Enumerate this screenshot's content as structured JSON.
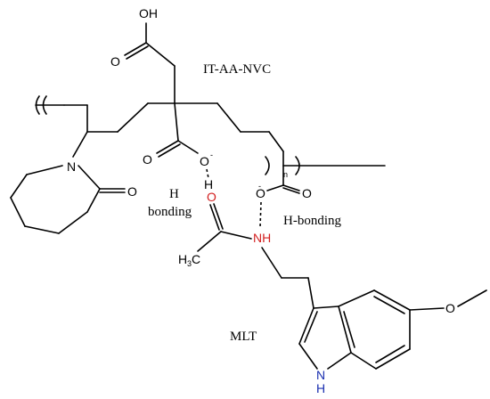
{
  "labels": {
    "polymer": "IT-AA-NVC",
    "h_bonding_left_line1": "H",
    "h_bonding_left_line2": "bonding",
    "h_bonding_right": "H-bonding",
    "molecule": "MLT"
  },
  "atoms": {
    "acid_oh": "OH",
    "acid_o": "O",
    "lactam_n": "N",
    "lactam_o": "O",
    "carboxyl_o_left": "O",
    "carboxyl_o_minus_left": "O",
    "h_on_o": "H",
    "carboxyl_o_right": "O",
    "carboxyl_o_minus_right": "O",
    "mlt_carbonyl_o": "O",
    "mlt_nh": "NH",
    "methyl": "H",
    "methyl_sub": "3",
    "methyl_c": "C",
    "indole_nh_n": "N",
    "indole_nh_h": "H",
    "ether_o": "O"
  },
  "marks": {
    "minus_left": "-",
    "minus_right": "-",
    "repeat_n": "n"
  },
  "colors": {
    "heteroatom_red": "#d32020",
    "indole_nh_blue": "#1a2fb0",
    "black": "#000000"
  }
}
